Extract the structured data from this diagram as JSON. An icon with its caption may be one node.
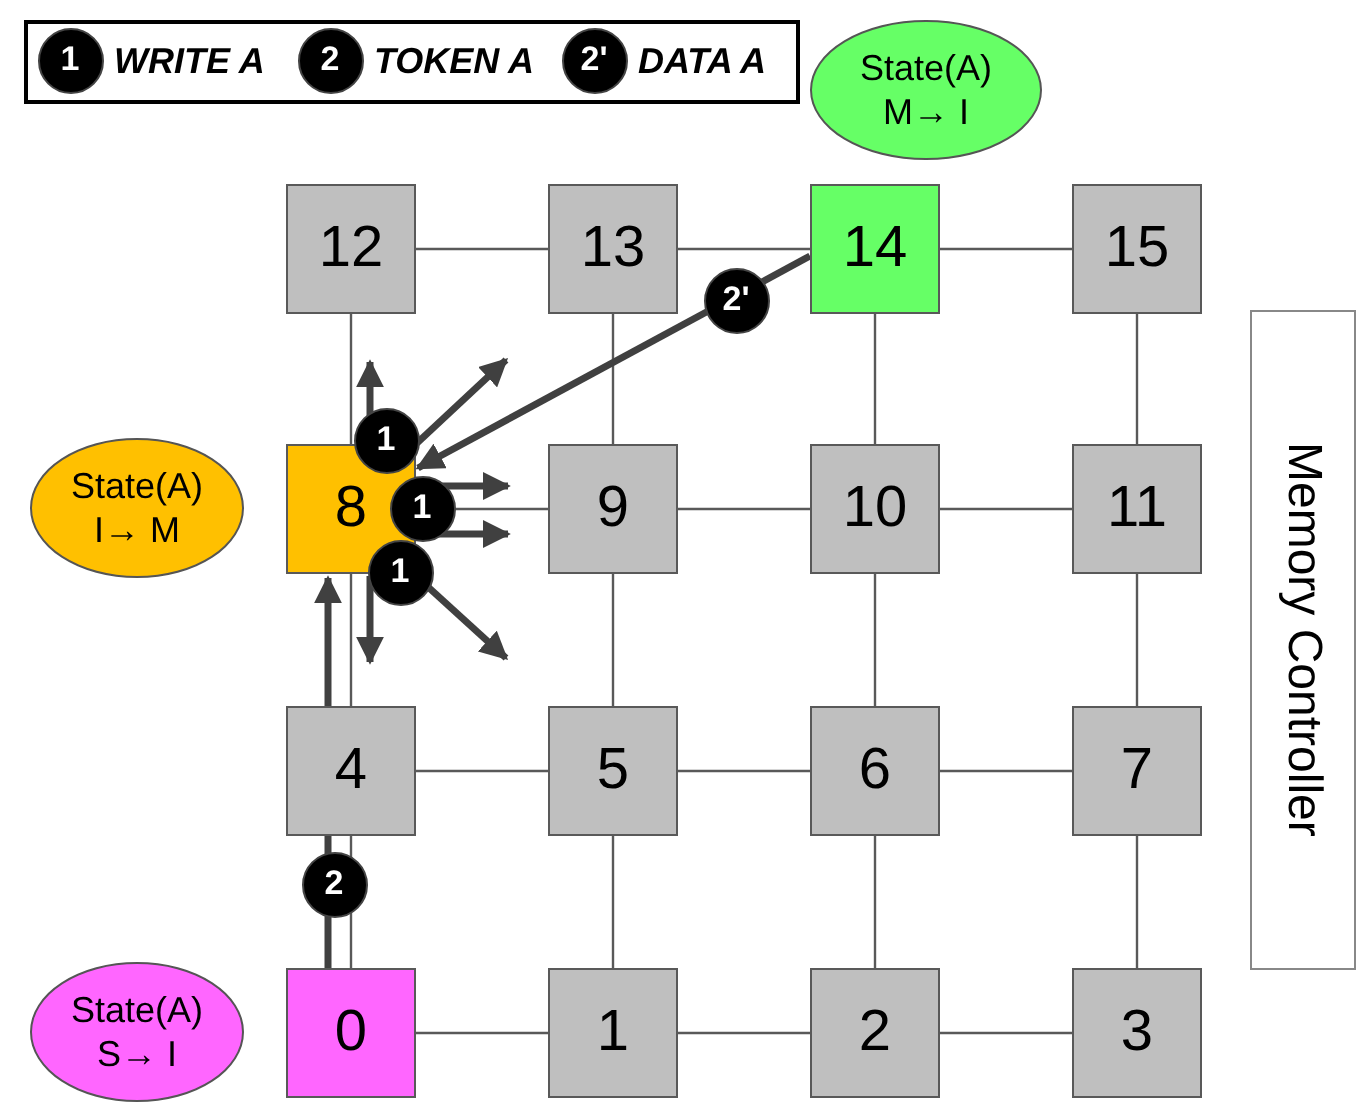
{
  "diagram": {
    "nodes": [
      {
        "text": [
          "State(A) M→ I"
        ]
      },
      {
        "text": [
          "12"
        ]
      },
      {
        "text": [
          "13"
        ]
      },
      {
        "text": [
          "14"
        ]
      },
      {
        "text": [
          "15"
        ]
      },
      {
        "text": [
          "State(A) I→ M"
        ]
      },
      {
        "text": [
          "8"
        ]
      },
      {
        "text": [
          "9"
        ]
      },
      {
        "text": [
          "10"
        ]
      },
      {
        "text": [
          "11"
        ]
      },
      {
        "text": [
          "Memory Controller"
        ]
      },
      {
        "text": [
          "4"
        ]
      },
      {
        "text": [
          "5"
        ]
      },
      {
        "text": [
          "6"
        ]
      },
      {
        "text": [
          "7"
        ]
      },
      {
        "text": [
          "State(A) S→ I"
        ]
      },
      {
        "text": [
          "0"
        ]
      },
      {
        "text": [
          "1"
        ]
      },
      {
        "text": [
          "2"
        ]
      },
      {
        "text": [
          "3"
        ]
      }
    ],
    "edges": [
      {
        "from": 1,
        "to": 2,
        "arrow": "none"
      },
      {
        "from": 2,
        "to": 3,
        "arrow": "none"
      },
      {
        "from": 3,
        "to": 4,
        "arrow": "none"
      },
      {
        "from": 6,
        "to": 7,
        "arrow": "none"
      },
      {
        "from": 7,
        "to": 8,
        "arrow": "none"
      },
      {
        "from": 8,
        "to": 9,
        "arrow": "none"
      },
      {
        "from": 11,
        "to": 12,
        "arrow": "none"
      },
      {
        "from": 12,
        "to": 13,
        "arrow": "none"
      },
      {
        "from": 13,
        "to": 14,
        "arrow": "none"
      },
      {
        "from": 16,
        "to": 17,
        "arrow": "none"
      },
      {
        "from": 17,
        "to": 18,
        "arrow": "none"
      },
      {
        "from": 18,
        "to": 19,
        "arrow": "none"
      },
      {
        "from": 1,
        "to": 6,
        "arrow": "none"
      },
      {
        "from": 6,
        "to": 11,
        "arrow": "none"
      },
      {
        "from": 11,
        "to": 16,
        "arrow": "none"
      },
      {
        "from": 2,
        "to": 7,
        "arrow": "none"
      },
      {
        "from": 7,
        "to": 12,
        "arrow": "none"
      },
      {
        "from": 12,
        "to": 17,
        "arrow": "none"
      },
      {
        "from": 3,
        "to": 8,
        "arrow": "none"
      },
      {
        "from": 8,
        "to": 13,
        "arrow": "none"
      },
      {
        "from": 13,
        "to": 18,
        "arrow": "none"
      },
      {
        "from": 4,
        "to": 9,
        "arrow": "none"
      },
      {
        "from": 9,
        "to": 14,
        "arrow": "none"
      },
      {
        "from": 14,
        "to": 19,
        "arrow": "none"
      },
      {
        "from": 16,
        "to": 11,
        "arrow": "none",
        "label": "2",
        "style": "thick",
        "color": "#404040"
      },
      {
        "from": 3,
        "to": 6,
        "arrow": "to",
        "label": "2'",
        "style": "thick",
        "color": "#404040"
      },
      {
        "from": 6,
        "to": 1,
        "arrow": "to",
        "style": "thick",
        "color": "#404040"
      },
      {
        "from": 6,
        "to": 2,
        "arrow": "to",
        "style": "thick",
        "color": "#404040"
      },
      {
        "from": 6,
        "to": 7,
        "arrow": "to",
        "style": "thick",
        "color": "#404040"
      },
      {
        "from": 6,
        "to": 7,
        "arrow": "to",
        "style": "thick",
        "color": "#404040"
      },
      {
        "from": 6,
        "to": 11,
        "arrow": "to",
        "style": "thick",
        "color": "#404040"
      },
      {
        "from": 6,
        "to": 12,
        "arrow": "to",
        "style": "thick",
        "color": "#404040"
      },
      {
        "from": 11,
        "to": 6,
        "arrow": "to",
        "style": "thick",
        "color": "#404040"
      }
    ],
    "labels": [
      "1",
      "2",
      "2'",
      "1",
      "1",
      "1"
    ],
    "legend": [
      {
        "text": "WRITE A"
      },
      {
        "text": "TOKEN A"
      },
      {
        "text": "DATA A"
      }
    ]
  }
}
